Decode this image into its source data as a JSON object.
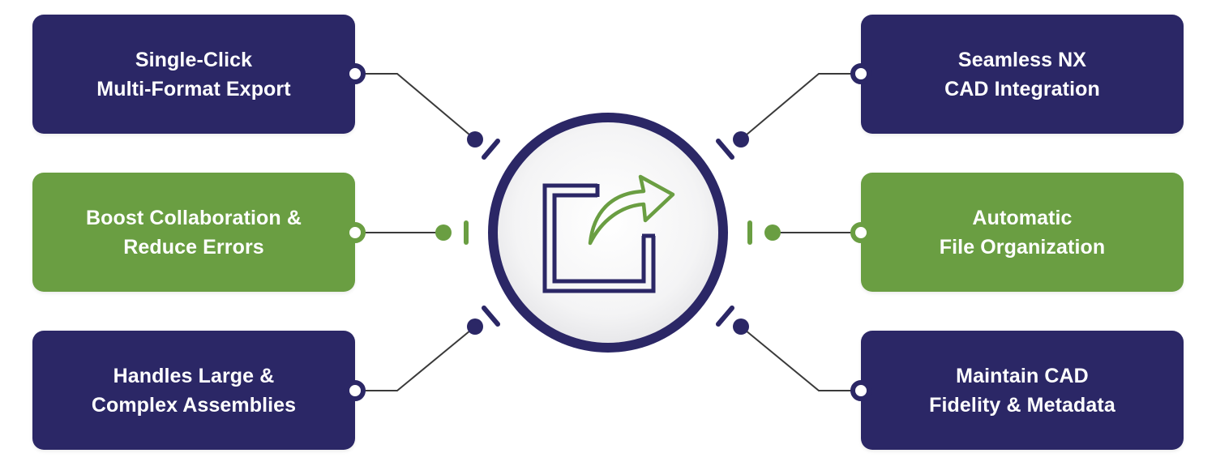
{
  "colors": {
    "navy": "#2b2766",
    "green": "#6a9e42",
    "connector": "#3a3a3a",
    "white": "#ffffff",
    "center_fill": "#f1f1f2"
  },
  "center": {
    "icon": "export-icon"
  },
  "cards": [
    {
      "id": "tl",
      "label": "Single-Click\nMulti-Format Export",
      "color": "navy"
    },
    {
      "id": "ml",
      "label": "Boost Collaboration &\nReduce Errors",
      "color": "green"
    },
    {
      "id": "bl",
      "label": "Handles Large &\nComplex Assemblies",
      "color": "navy"
    },
    {
      "id": "tr",
      "label": "Seamless NX\nCAD Integration",
      "color": "navy"
    },
    {
      "id": "mr",
      "label": "Automatic\nFile Organization",
      "color": "green"
    },
    {
      "id": "br",
      "label": "Maintain CAD\nFidelity & Metadata",
      "color": "navy"
    }
  ]
}
